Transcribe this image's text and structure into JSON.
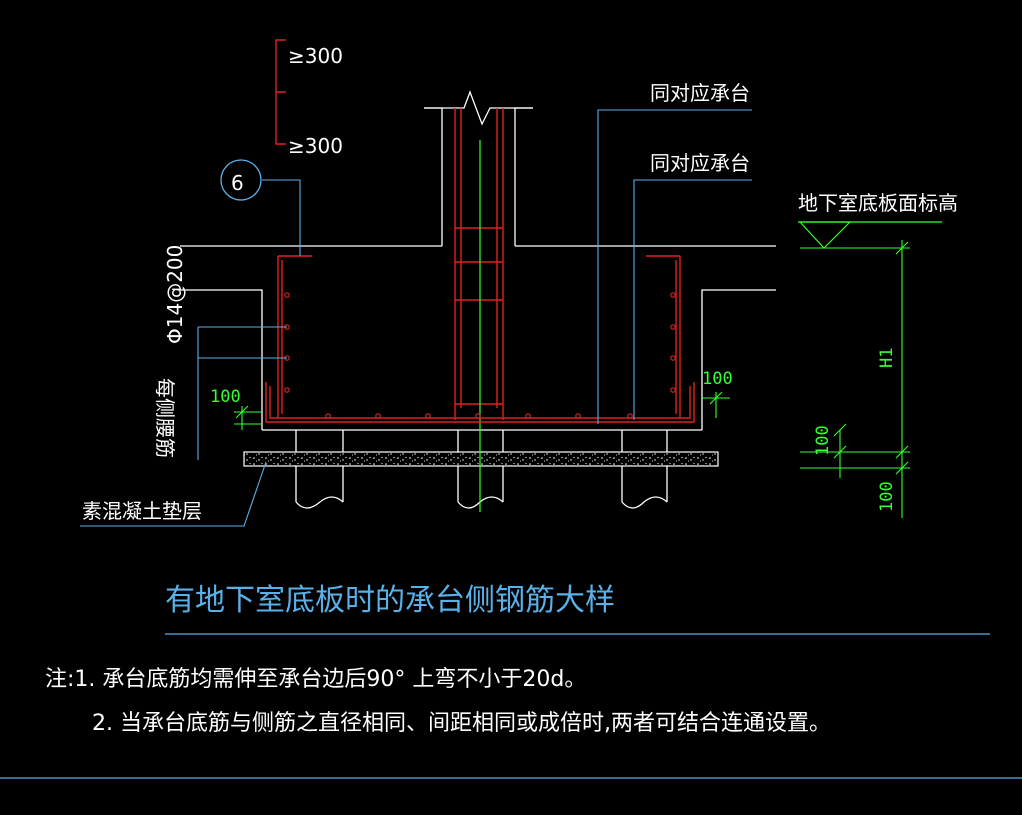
{
  "colors": {
    "background": "#000000",
    "outline": "#ffffff",
    "leader": "#5ab0e8",
    "rebar": "#e02020",
    "dimension": "#33ff33",
    "title": "#5ab0e8"
  },
  "labels": {
    "spacing_top": "≥300",
    "spacing_bottom": "≥300",
    "rebar_mark": "6",
    "cap_label_1": "同对应承台",
    "cap_label_2": "同对应承台",
    "slab_elevation": "地下室底板面标高",
    "side_bar_desc": "每侧腰筋",
    "side_bar_spec": "Φ14@200",
    "dim_left_100": "100",
    "dim_right_100": "100",
    "dim_h1": "H1",
    "dim_side_100_a": "100",
    "dim_side_100_b": "100",
    "cushion": "素混凝土垫层"
  },
  "title": "有地下室底板时的承台侧钢筋大样",
  "notes": [
    "注:1. 承台底筋均需伸至承台边后90° 上弯不小于20d。",
    "2. 当承台底筋与侧筋之直径相同、间距相同或成倍时,两者可结合连通设置。"
  ]
}
